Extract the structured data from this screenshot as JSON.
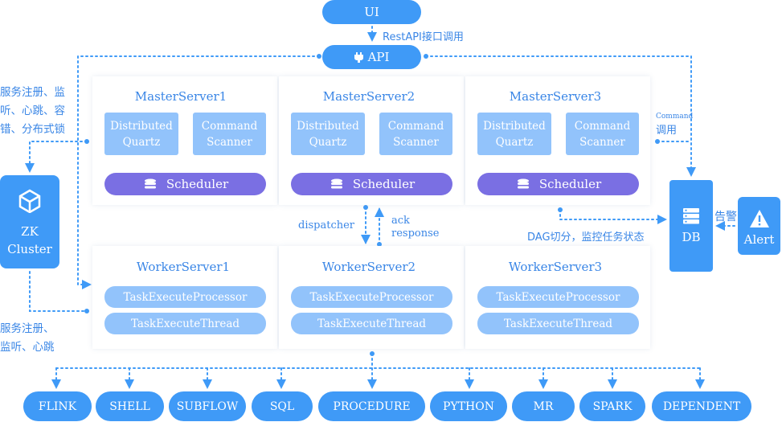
{
  "ui": {
    "label": "UI"
  },
  "api": {
    "label": "API",
    "note": "RestAPI接口调用"
  },
  "masters": [
    {
      "title": "MasterServer1",
      "quartz": "Distributed Quartz",
      "scanner": "Command Scanner",
      "scheduler": "Scheduler"
    },
    {
      "title": "MasterServer2",
      "quartz": "Distributed Quartz",
      "scanner": "Command Scanner",
      "scheduler": "Scheduler"
    },
    {
      "title": "MasterServer3",
      "quartz": "Distributed Quartz",
      "scanner": "Command Scanner",
      "scheduler": "Scheduler"
    }
  ],
  "workers": [
    {
      "title": "WorkerServer1",
      "processor": "TaskExecuteProcessor",
      "thread": "TaskExecuteThread"
    },
    {
      "title": "WorkerServer2",
      "processor": "TaskExecuteProcessor",
      "thread": "TaskExecuteThread"
    },
    {
      "title": "WorkerServer3",
      "processor": "TaskExecuteProcessor",
      "thread": "TaskExecuteThread"
    }
  ],
  "zk": {
    "line1": "ZK",
    "line2": "Cluster"
  },
  "db": {
    "label": "DB"
  },
  "alert": {
    "label": "Alert",
    "note": "告警"
  },
  "notes": {
    "master_reg_1": "服务注册、监",
    "master_reg_2": "听、心跳、容",
    "master_reg_3": "错、分布式锁",
    "worker_reg_1": "服务注册、",
    "worker_reg_2": "监听、心跳",
    "dispatcher": "dispatcher",
    "ack_1": "ack",
    "ack_2": "response",
    "command_small": "Command",
    "command_call": "调用",
    "dag": "DAG切分，监控任务状态"
  },
  "task_types": [
    "FLINK",
    "SHELL",
    "SUBFLOW",
    "SQL",
    "PROCEDURE",
    "PYTHON",
    "MR",
    "SPARK",
    "DEPENDENT"
  ],
  "colors": {
    "primary": "#3f9af7",
    "light": "#92c3fb",
    "scheduler": "#7a6fe3",
    "text": "#3a86e6"
  }
}
